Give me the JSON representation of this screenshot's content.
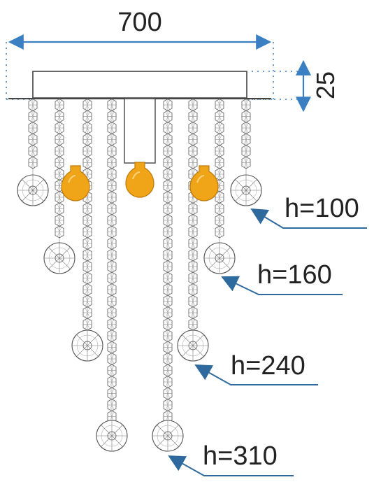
{
  "dimensions": {
    "width": "700",
    "height": "25"
  },
  "strand_labels": [
    {
      "text": "h=100"
    },
    {
      "text": "h=160"
    },
    {
      "text": "h=240"
    },
    {
      "text": "h=310"
    }
  ],
  "colors": {
    "dimension_arrow": "#3a7fc1",
    "leader_line": "#2e6a9e",
    "bulb": "#f0a418",
    "line_art": "#555555"
  }
}
